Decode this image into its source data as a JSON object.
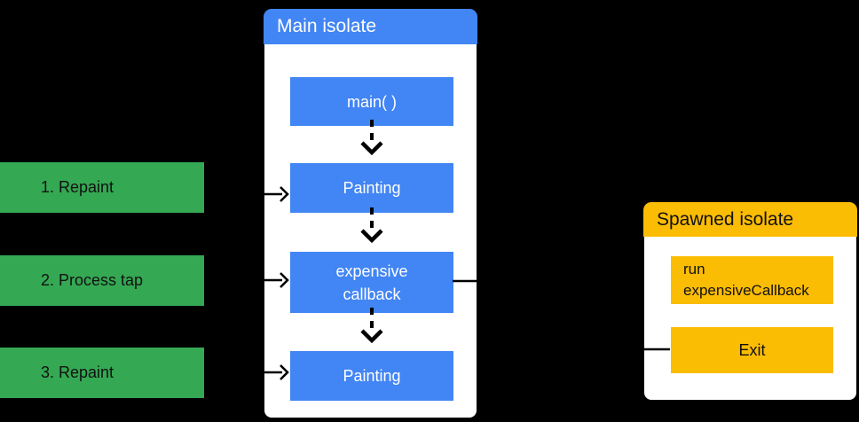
{
  "diagram": {
    "background": "#000000",
    "colors": {
      "bg": "#000000",
      "blue": "#4285F4",
      "green": "#34A853",
      "yellow": "#FBBC04",
      "panel": "#FFFFFF",
      "line": "#000000"
    },
    "steps": [
      {
        "label": "1. Repaint"
      },
      {
        "label": "2. Process tap"
      },
      {
        "label": "3. Repaint"
      }
    ],
    "main_isolate": {
      "title": "Main isolate",
      "nodes": [
        {
          "label": "main( )"
        },
        {
          "label": "Painting"
        },
        {
          "label": "expensive\ncallback"
        },
        {
          "label": "Painting"
        }
      ]
    },
    "spawned_isolate": {
      "title": "Spawned isolate",
      "nodes": [
        {
          "label": "run\nexpensiveCallback"
        },
        {
          "label": "Exit"
        }
      ]
    }
  }
}
